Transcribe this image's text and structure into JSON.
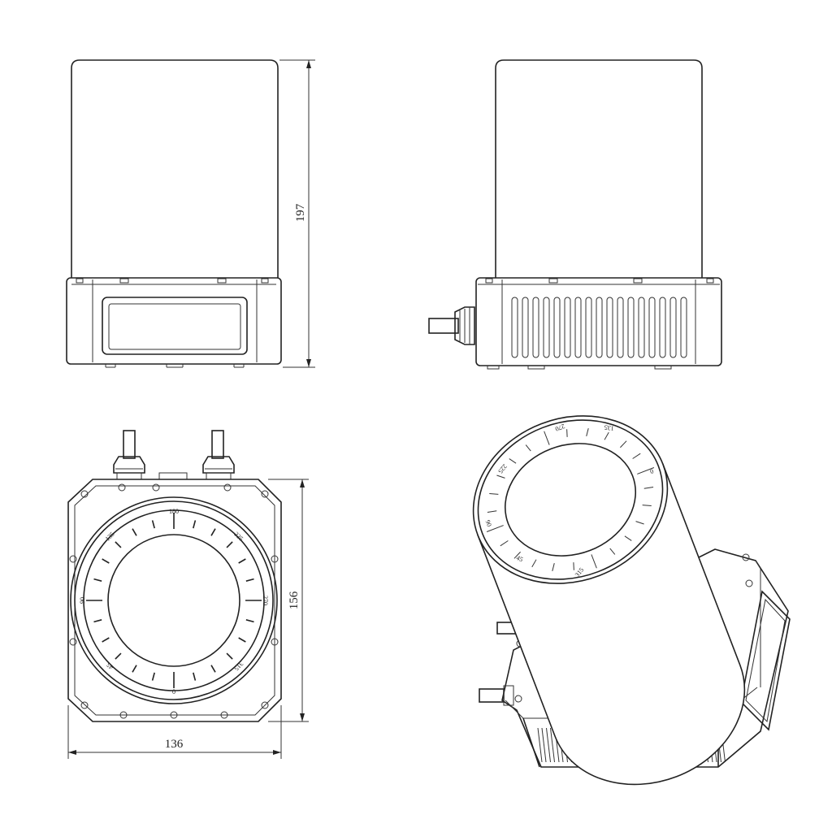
{
  "dimensions": {
    "height": "197",
    "depth": "156",
    "width": "136"
  },
  "dial_labels": {
    "top": "180",
    "upper_left": "135",
    "upper_right": "225",
    "left": "90",
    "right": "270",
    "lower_left": "45",
    "lower_right": "315",
    "bottom": "0"
  },
  "iso_dial_labels": {
    "a": "270",
    "b": "225",
    "c": "90",
    "d": "135",
    "e": "45",
    "f": "0",
    "g": "315"
  },
  "colors": {
    "line": "#222222",
    "background": "#ffffff"
  }
}
